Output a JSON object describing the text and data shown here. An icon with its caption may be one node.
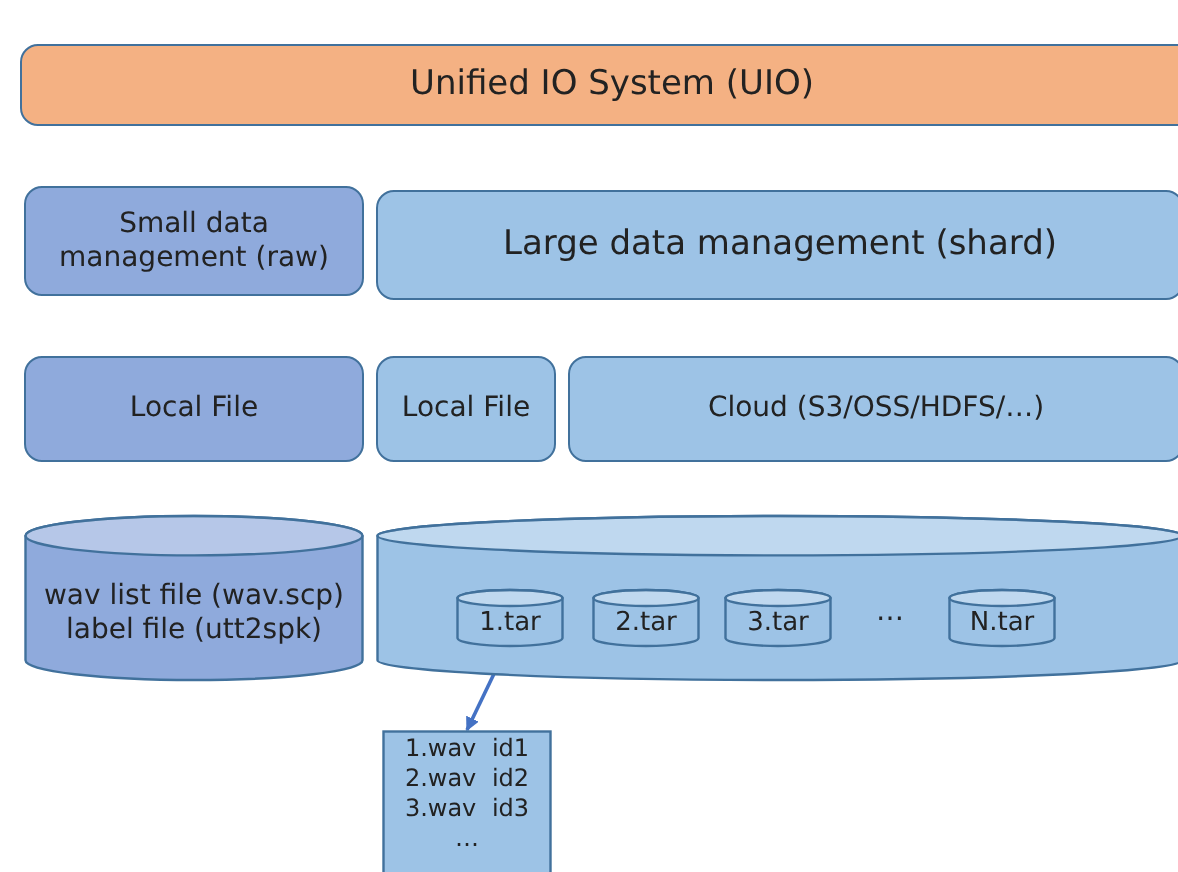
{
  "diagram": {
    "nodes": [
      {
        "text": [
          "Unified IO System (UIO)"
        ]
      },
      {
        "text": [
          "Small data management (raw)"
        ]
      },
      {
        "text": [
          "Large data management (shard)"
        ]
      },
      {
        "text": [
          "Local File"
        ]
      },
      {
        "text": [
          "Local File"
        ]
      },
      {
        "text": [
          "Cloud (S3/OSS/HDFS/…)"
        ]
      },
      {
        "text": [
          "wav list file (wav.scp)",
          "label file (utt2spk)"
        ]
      },
      {
        "text": [],
        "shape": "cylinder"
      },
      {
        "text": [
          "1.tar"
        ],
        "in": 7
      },
      {
        "text": [
          "2.tar"
        ],
        "in": 7
      },
      {
        "text": [
          "3.tar"
        ],
        "in": 7
      },
      {
        "text": [
          "N.tar"
        ],
        "in": 7
      },
      {
        "text": [
          "1.wav id1",
          "2.wav id2",
          "3.wav id3",
          "…"
        ]
      }
    ],
    "edges": [
      {
        "from": 8,
        "to": 12,
        "arrow": "to",
        "color": "#4472c4"
      }
    ],
    "labels": [
      "…"
    ]
  }
}
